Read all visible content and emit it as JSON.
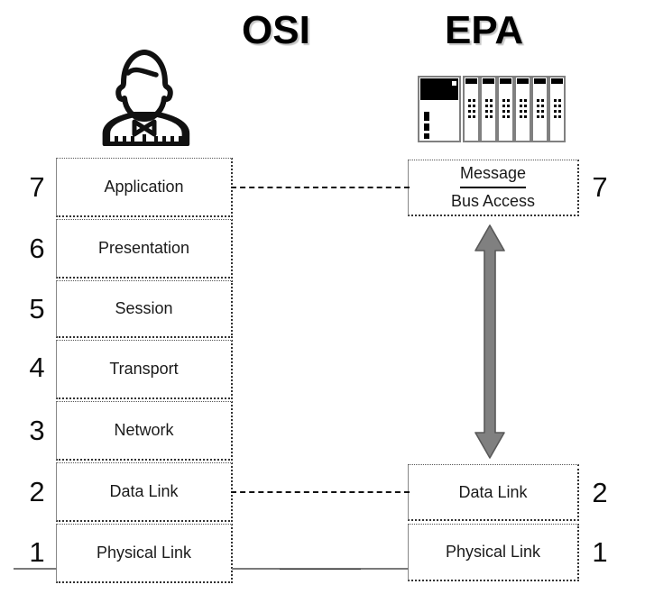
{
  "diagram": {
    "titles": {
      "left": "OSI",
      "right": "EPA"
    },
    "icons": {
      "left": "user-person-icon",
      "right": "plc-rack-icon"
    },
    "osi_stack": {
      "name": "OSI",
      "layers": [
        {
          "number": "7",
          "label": "Application"
        },
        {
          "number": "6",
          "label": "Presentation"
        },
        {
          "number": "5",
          "label": "Session"
        },
        {
          "number": "4",
          "label": "Transport"
        },
        {
          "number": "3",
          "label": "Network"
        },
        {
          "number": "2",
          "label": "Data Link"
        },
        {
          "number": "1",
          "label": "Physical Link"
        }
      ]
    },
    "epa_stack": {
      "name": "EPA",
      "layers": [
        {
          "number": "7",
          "label": "Message",
          "label2": "Bus Access"
        },
        {
          "number": "2",
          "label": "Data Link"
        },
        {
          "number": "1",
          "label": "Physical Link"
        }
      ]
    },
    "connectors": [
      {
        "type": "dashed",
        "from": "osi-application",
        "to": "epa-message"
      },
      {
        "type": "dashed",
        "from": "osi-data-link",
        "to": "epa-data-link"
      },
      {
        "type": "solid",
        "from": "osi-physical-link",
        "to": "epa-physical-link"
      }
    ],
    "arrow": {
      "name": "bus-access-double-arrow",
      "direction": "up-down",
      "color": "#808080"
    },
    "colors": {
      "text": "#000000",
      "box_border": "#333333",
      "arrow_fill": "#808080",
      "arrow_stroke": "#4d4d4d",
      "line_grey": "#7a7a7a",
      "background": "#ffffff"
    }
  }
}
